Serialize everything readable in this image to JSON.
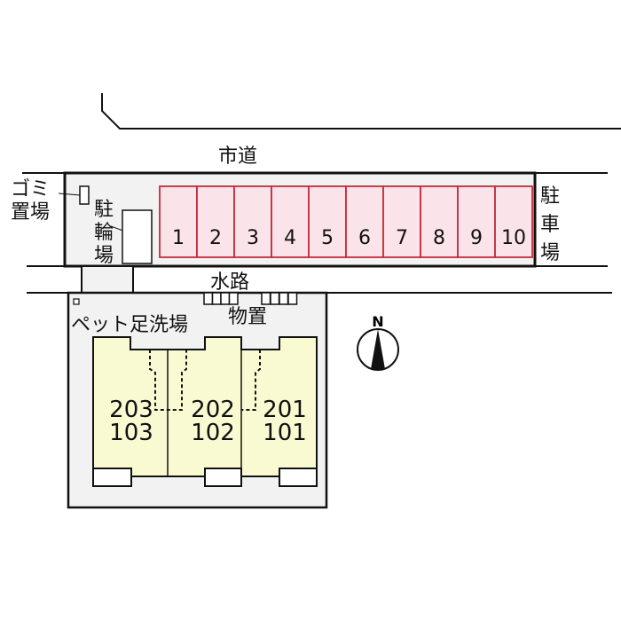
{
  "labels": {
    "city_road": "市道",
    "garbage_line1": "ゴミ",
    "garbage_line2": "置場",
    "bicycle_1": "駐",
    "bicycle_2": "輪",
    "bicycle_3": "場",
    "parking_1": "駐",
    "parking_2": "車",
    "parking_3": "場",
    "waterway": "水路",
    "storage": "物置",
    "pet_wash": "ペット足洗場",
    "north": "N"
  },
  "parking_spaces": [
    "1",
    "2",
    "3",
    "4",
    "5",
    "6",
    "7",
    "8",
    "9",
    "10"
  ],
  "units": [
    {
      "upper": "203",
      "lower": "103"
    },
    {
      "upper": "202",
      "lower": "102"
    },
    {
      "upper": "201",
      "lower": "101"
    }
  ],
  "colors": {
    "parking_fill": "#fbe3ea",
    "parking_border": "#c42c3a",
    "building_fill": "#fafad2",
    "lot_fill": "#f2f2f2"
  }
}
